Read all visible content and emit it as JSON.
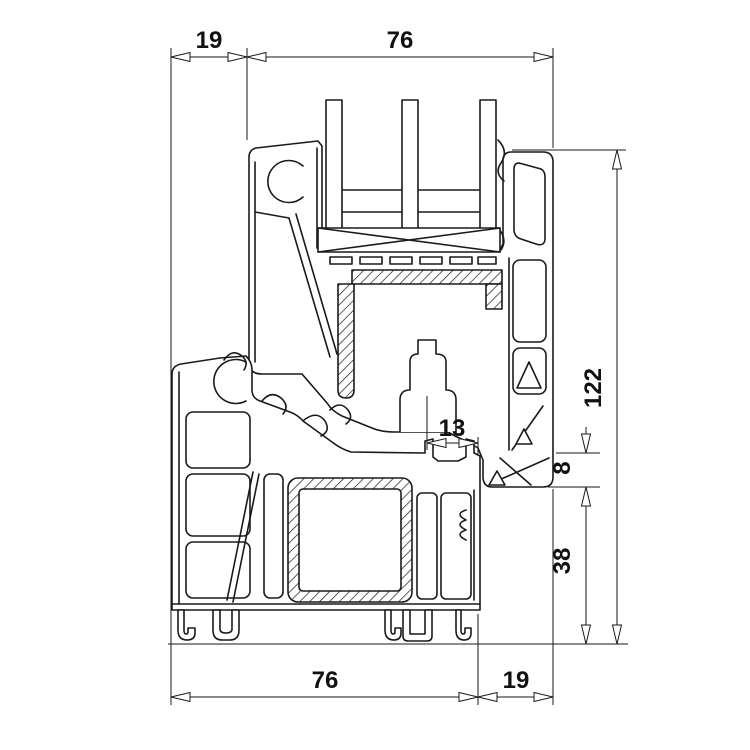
{
  "drawing": {
    "title": "pvc-window-frame-and-sash-cross-section",
    "units_shown": false,
    "dimensions": {
      "top_offset": "19",
      "top_width": "76",
      "right_total_height": "122",
      "overlap_height": "8",
      "lower_face_height": "38",
      "groove_width": "13",
      "bottom_width": "76",
      "bottom_offset": "19"
    },
    "colors": {
      "line": "#1a1a1a",
      "background": "#ffffff"
    },
    "features": [
      "triple-glazing-panes",
      "glazing-block-cross",
      "sash-steel-reinforcement-hatched",
      "frame-steel-reinforcement-hatched-square",
      "multi-chamber-profile",
      "bottom-anchor-feet"
    ]
  }
}
